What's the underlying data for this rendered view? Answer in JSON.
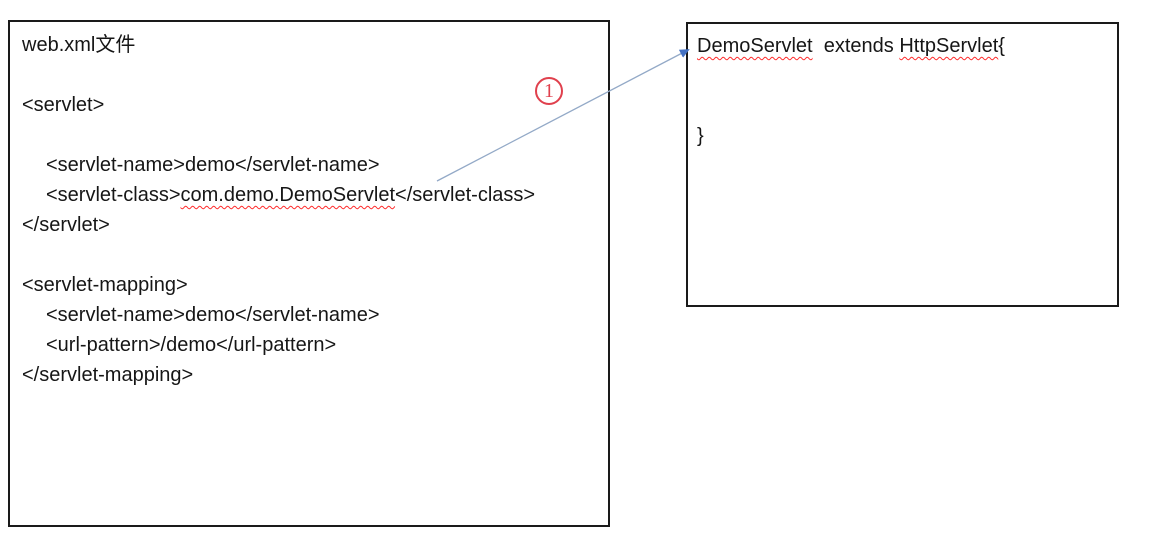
{
  "left_box": {
    "title": "web.xml文件",
    "lines": [
      {
        "s": []
      },
      {
        "s": [
          {
            "t": "<servlet>"
          }
        ]
      },
      {
        "s": []
      },
      {
        "i": 1,
        "s": [
          {
            "t": "<servlet-name>demo</servlet-name>"
          }
        ]
      },
      {
        "i": 1,
        "s": [
          {
            "t": "<servlet-class>"
          },
          {
            "t": "com.demo.DemoServlet",
            "w": true
          },
          {
            "t": "</servlet-class>"
          }
        ]
      },
      {
        "s": [
          {
            "t": "</servlet>"
          }
        ]
      },
      {
        "s": []
      },
      {
        "s": [
          {
            "t": "<servlet-mapping>"
          }
        ]
      },
      {
        "i": 1,
        "s": [
          {
            "t": "<servlet-name>demo</servlet-name>"
          }
        ]
      },
      {
        "i": 1,
        "s": [
          {
            "t": "<url-pattern>/demo</url-pattern>"
          }
        ]
      },
      {
        "s": [
          {
            "t": "</servlet-mapping>"
          }
        ]
      }
    ]
  },
  "right_box": {
    "lines": [
      {
        "s": [
          {
            "t": "DemoServlet",
            "w": true
          },
          {
            "t": "  extends "
          },
          {
            "t": "HttpServlet",
            "w": true
          },
          {
            "t": "{"
          }
        ]
      },
      {
        "s": []
      },
      {
        "s": []
      },
      {
        "s": [
          {
            "t": "}"
          }
        ]
      }
    ]
  },
  "annotation": {
    "number": "1"
  },
  "colors": {
    "border": "#1a1a1a",
    "squiggle": "#ff2a2a",
    "annotation_red": "#e0404d",
    "arrow_line": "#93a9c7",
    "arrow_head": "#4472c4"
  }
}
